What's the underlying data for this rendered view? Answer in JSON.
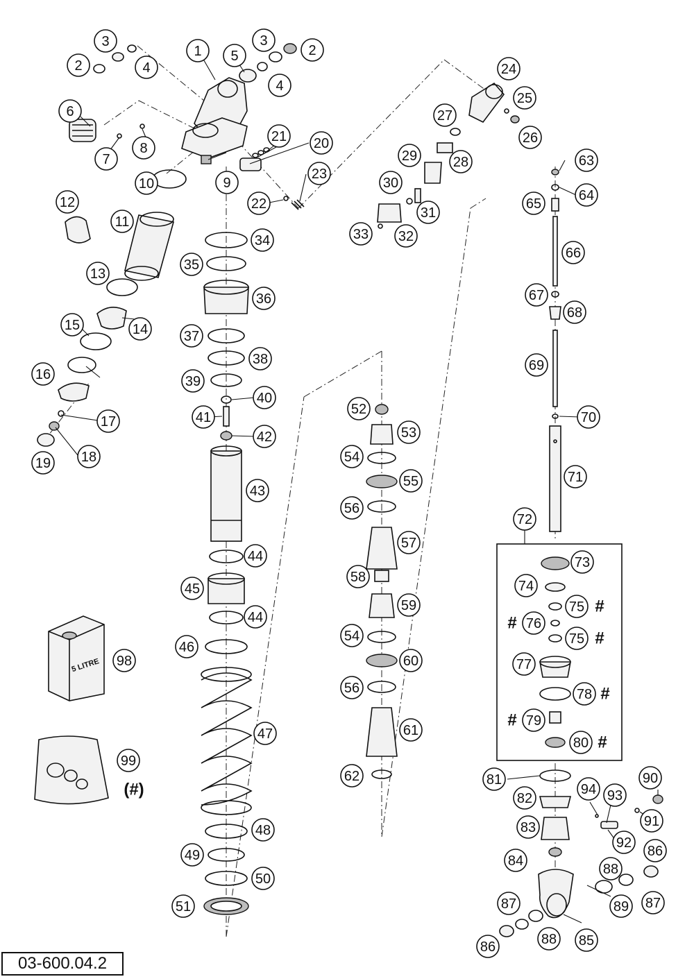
{
  "document_id": "03-600.04.2",
  "kit_labels": {
    "oil_can_text": "5 LITRE",
    "seal_kit_note": "(#)",
    "marker": "#"
  },
  "callouts": [
    "1",
    "2",
    "3",
    "4",
    "5",
    "6",
    "7",
    "8",
    "9",
    "10",
    "11",
    "12",
    "13",
    "14",
    "15",
    "16",
    "17",
    "18",
    "19",
    "20",
    "21",
    "22",
    "23",
    "24",
    "25",
    "26",
    "27",
    "28",
    "29",
    "30",
    "31",
    "32",
    "33",
    "34",
    "35",
    "36",
    "37",
    "38",
    "39",
    "40",
    "41",
    "42",
    "43",
    "44",
    "45",
    "46",
    "47",
    "48",
    "49",
    "50",
    "51",
    "52",
    "53",
    "54",
    "55",
    "56",
    "57",
    "58",
    "59",
    "60",
    "61",
    "62",
    "63",
    "64",
    "65",
    "66",
    "67",
    "68",
    "69",
    "70",
    "71",
    "72",
    "73",
    "74",
    "75",
    "76",
    "77",
    "78",
    "79",
    "80",
    "81",
    "82",
    "83",
    "84",
    "85",
    "86",
    "87",
    "88",
    "89",
    "90",
    "91",
    "92",
    "93",
    "94",
    "98",
    "99"
  ]
}
